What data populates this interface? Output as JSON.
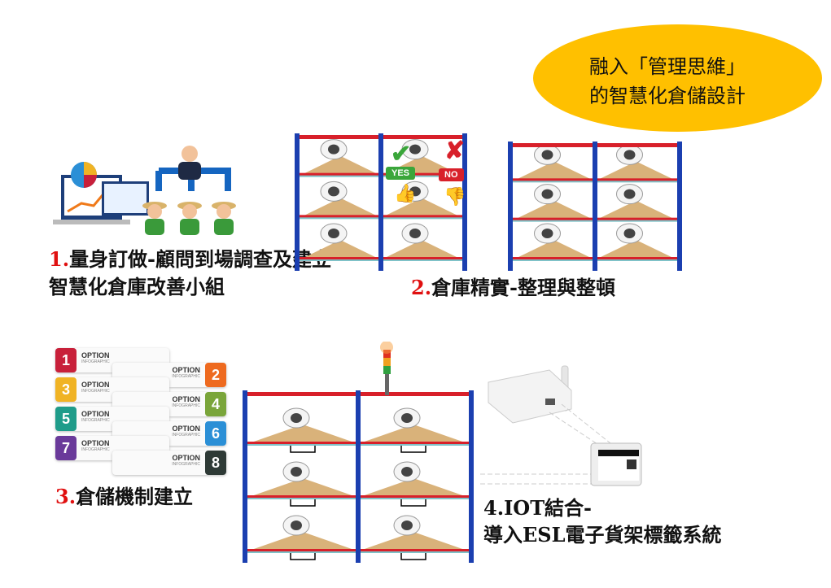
{
  "callout": {
    "line1": "融入「管理思維」",
    "line2": "的智慧化倉儲設計",
    "color": "#FFC000"
  },
  "steps": [
    {
      "num": "1.",
      "line1": "量身訂做-顧問到場調查及建立",
      "line2": "智慧化倉庫改善小組"
    },
    {
      "num": "2.",
      "line1": "倉庫精實-整理與整頓"
    },
    {
      "num": "3.",
      "line1": "倉儲機制建立"
    },
    {
      "num": "4.",
      "line1": "IOT結合-",
      "line2": "導入ESL電子貨架標籤系統"
    }
  ],
  "badges": {
    "yes": "YES",
    "no": "NO"
  },
  "infographic": {
    "options": [
      {
        "n": "1",
        "label": "OPTION",
        "sub": "INFOGRAPHIC",
        "color": "#c8203a"
      },
      {
        "n": "2",
        "label": "OPTION",
        "sub": "INFOGRAPHIC",
        "color": "#ee6a1f"
      },
      {
        "n": "3",
        "label": "OPTION",
        "sub": "INFOGRAPHIC",
        "color": "#f0b324"
      },
      {
        "n": "4",
        "label": "OPTION",
        "sub": "INFOGRAPHIC",
        "color": "#7aa53a"
      },
      {
        "n": "5",
        "label": "OPTION",
        "sub": "INFOGRAPHIC",
        "color": "#1f9c8a"
      },
      {
        "n": "6",
        "label": "OPTION",
        "sub": "INFOGRAPHIC",
        "color": "#2b8fd6"
      },
      {
        "n": "7",
        "label": "OPTION",
        "sub": "INFOGRAPHIC",
        "color": "#6a3a9a"
      },
      {
        "n": "8",
        "label": "OPTION",
        "sub": "INFOGRAPHIC",
        "color": "#2e3a36"
      }
    ]
  }
}
